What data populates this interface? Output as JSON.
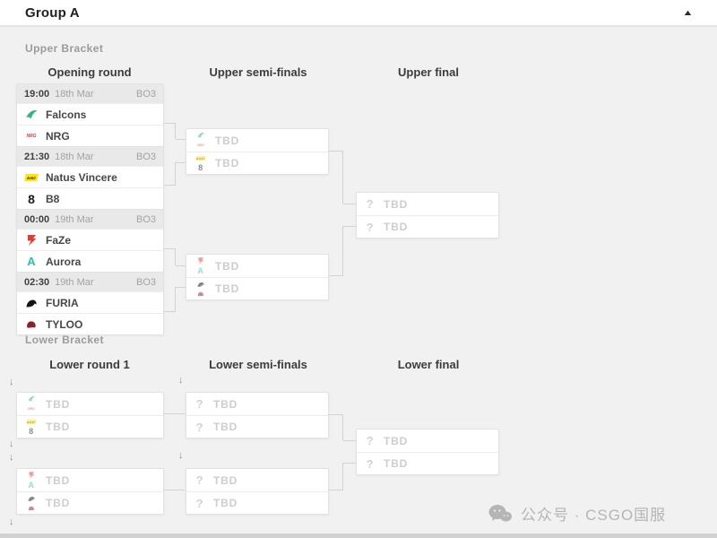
{
  "header": {
    "title": "Group A"
  },
  "icons": {
    "collapse": "▲",
    "drop_arrow": "↓",
    "question": "?",
    "nrg_wordmark": "NRG",
    "navi_wordmark": "NAVI",
    "b8_glyph": "8",
    "aurora_glyph": "A"
  },
  "labels": {
    "tbd": "TBD"
  },
  "upper": {
    "label": "Upper Bracket",
    "columns": [
      "Opening round",
      "Upper semi-finals",
      "Upper final"
    ],
    "matches": [
      {
        "time": "19:00",
        "date": "18th Mar",
        "format": "BO3",
        "team1": "Falcons",
        "team2": "NRG"
      },
      {
        "time": "21:30",
        "date": "18th Mar",
        "format": "BO3",
        "team1": "Natus Vincere",
        "team2": "B8"
      },
      {
        "time": "00:00",
        "date": "19th Mar",
        "format": "BO3",
        "team1": "FaZe",
        "team2": "Aurora"
      },
      {
        "time": "02:30",
        "date": "19th Mar",
        "format": "BO3",
        "team1": "FURIA",
        "team2": "TYLOO"
      }
    ]
  },
  "lower": {
    "label": "Lower Bracket",
    "columns": [
      "Lower round 1",
      "Lower semi-finals",
      "Lower final"
    ]
  },
  "team_colors": {
    "falcons": "#2bb673",
    "nrg": "#e23a44",
    "navi": "#ffe600",
    "b8": "#1a1a1a",
    "faze": "#e43d30",
    "aurora": "#20c5a8",
    "furia": "#141414",
    "tyloo": "#8d2029"
  },
  "watermark": {
    "text": "公众号 · CSGO国服"
  }
}
